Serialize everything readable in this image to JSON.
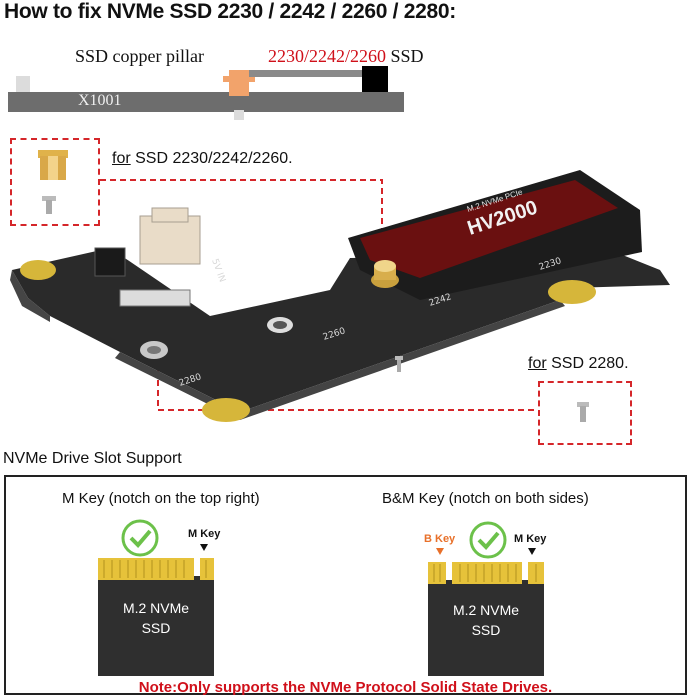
{
  "title": "How to fix NVMe SSD 2230 / 2242 / 2260 / 2280:",
  "diagram": {
    "pillar_label": "SSD copper pillar",
    "sizes_label": "2230/2242/2260",
    "ssd_label": "SSD",
    "board_label": "X1001"
  },
  "photo": {
    "for_short_prefix": "for",
    "for_short_text": "SSD 2230/2242/2260.",
    "for_long_prefix": "for",
    "for_long_text": "SSD 2280.",
    "marks": [
      "2230",
      "2242",
      "2260",
      "2280"
    ],
    "ssd_brand": "HV2000",
    "ssd_model": "M.2 NVMe PCIe",
    "connector_label": "5V IN"
  },
  "support": {
    "heading": "NVMe Drive Slot Support",
    "mkey_title": "M Key (notch on the top right)",
    "bmkey_title": "B&M Key (notch on both sides)",
    "m_key_label": "M Key",
    "b_key_label": "B Key",
    "ssd_line1": "M.2 NVMe",
    "ssd_line2": "SSD",
    "note": "Note:Only supports the NVMe Protocol Solid State Drives."
  },
  "colors": {
    "accent_red": "#d0101a",
    "dash_red": "#d5262a",
    "board_gray": "#6d6d6d",
    "copper": "#f2a36b",
    "gold": "#d6b63a",
    "check_green": "#6cc14a",
    "b_key_orange": "#e8702a"
  }
}
